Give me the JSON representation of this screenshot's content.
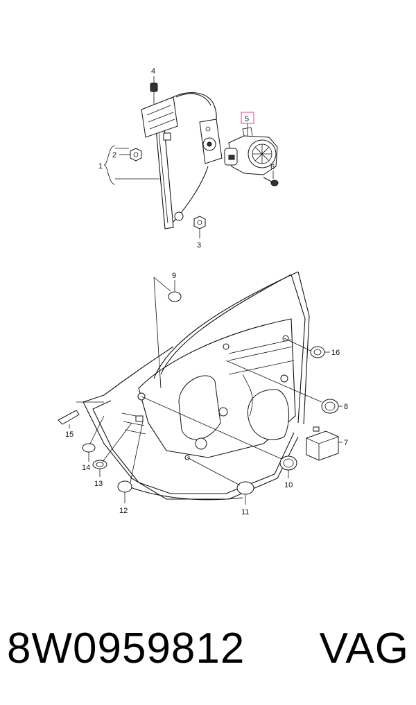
{
  "callouts": {
    "c1": "1",
    "c2": "2",
    "c3": "3",
    "c4": "4",
    "c5": "5",
    "c6": "6",
    "c7": "7",
    "c8": "8",
    "c9": "9",
    "c10": "10",
    "c11": "11",
    "c12": "12",
    "c13": "13",
    "c14": "14",
    "c15": "15",
    "c16": "16"
  },
  "footer": {
    "part_number": "8W0959812",
    "brand": "VAG"
  },
  "colors": {
    "highlight_box": "#e0408a",
    "line": "#111111"
  }
}
